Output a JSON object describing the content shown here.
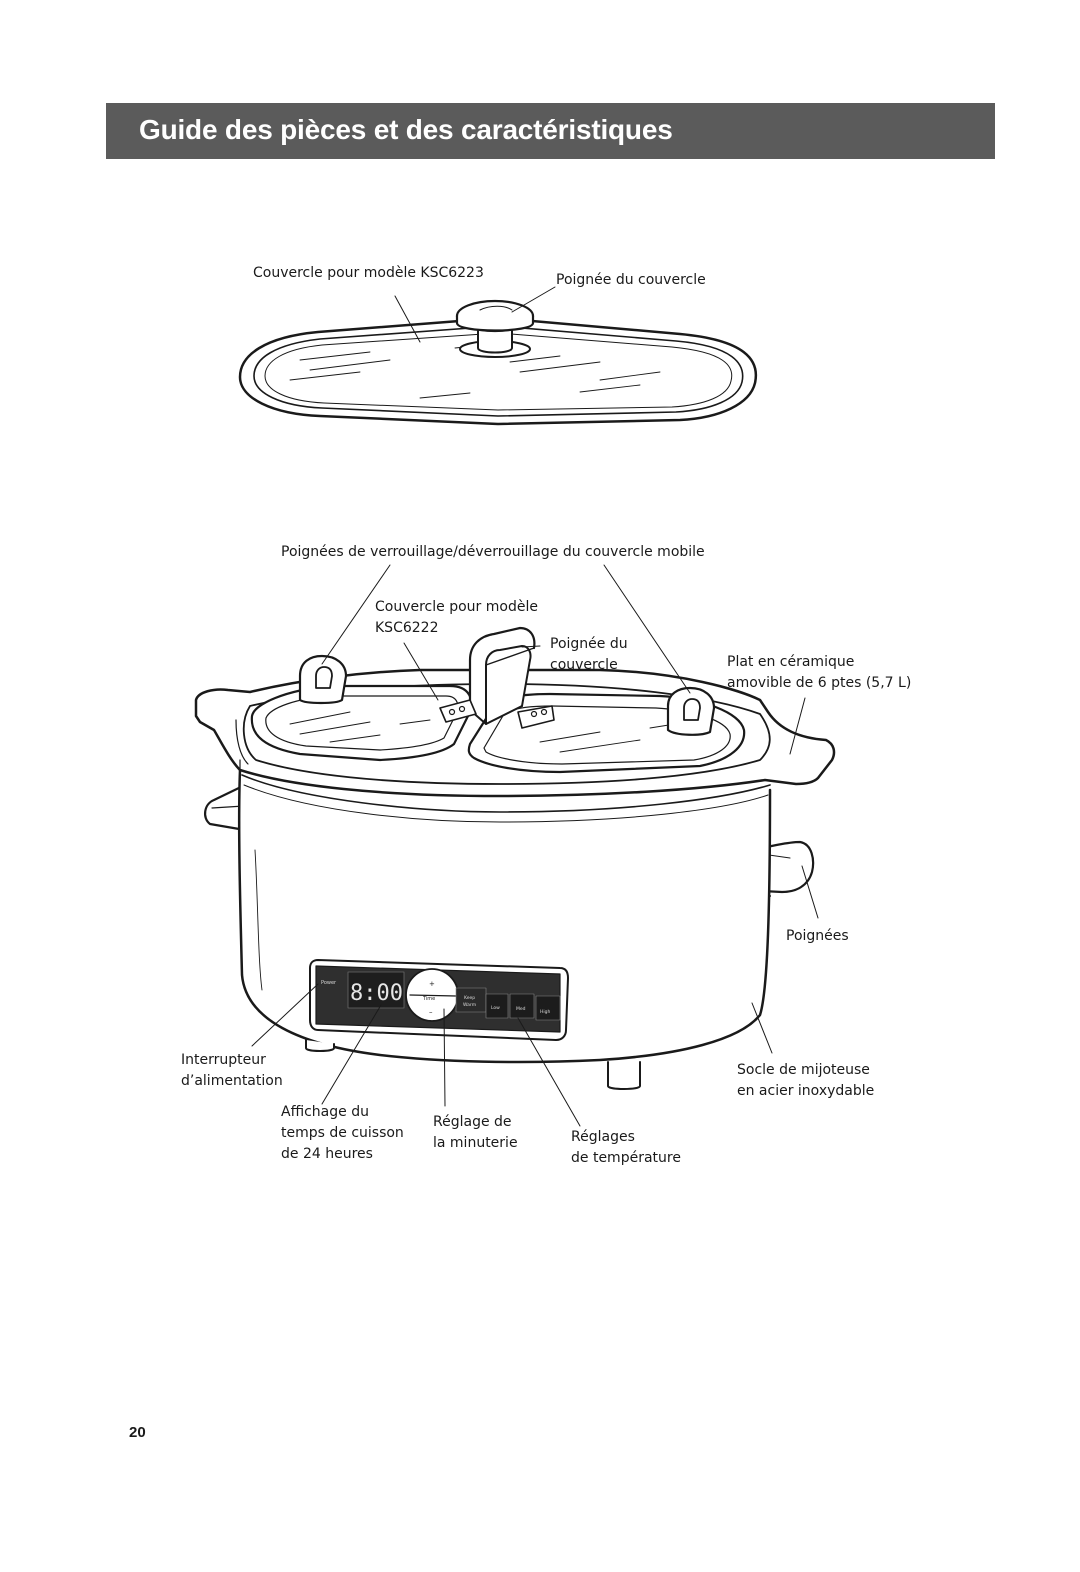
{
  "header": {
    "title": "Guide des pièces et des caractéristiques"
  },
  "labels": {
    "lid_6223": "Couvercle pour modèle KSC6223",
    "lid_knob_top": "Poignée du couvercle",
    "lock_handles": "Poignées de verrouillage/déverrouillage du couvercle mobile",
    "lid_6222_line1": "Couvercle pour modèle",
    "lid_6222_line2": "KSC6222",
    "lid_handle_line1": "Poignée du",
    "lid_handle_line2": "couvercle",
    "ceramic_line1": "Plat en céramique",
    "ceramic_line2": "amovible de 6 ptes (5,7 L)",
    "handles": "Poignées",
    "base_line1": "Socle de mijoteuse",
    "base_line2": "en acier inoxydable",
    "power_line1": "Interrupteur",
    "power_line2": "d’alimentation",
    "display_line1": "Affichage du",
    "display_line2": "temps de cuisson",
    "display_line3": "de 24 heures",
    "timer_line1": "Réglage de",
    "timer_line2": "la minuterie",
    "temp_line1": "Réglages",
    "temp_line2": "de température"
  },
  "control_panel": {
    "power": "Power",
    "time_display": "8:00",
    "plus": "+",
    "time": "Time",
    "minus": "–",
    "keep_warm_line1": "Keep",
    "keep_warm_line2": "Warm",
    "low": "Low",
    "med": "Med",
    "high": "High"
  },
  "page_number": "20",
  "colors": {
    "header_bg": "#5b5b5b",
    "header_text": "#ffffff"
  }
}
